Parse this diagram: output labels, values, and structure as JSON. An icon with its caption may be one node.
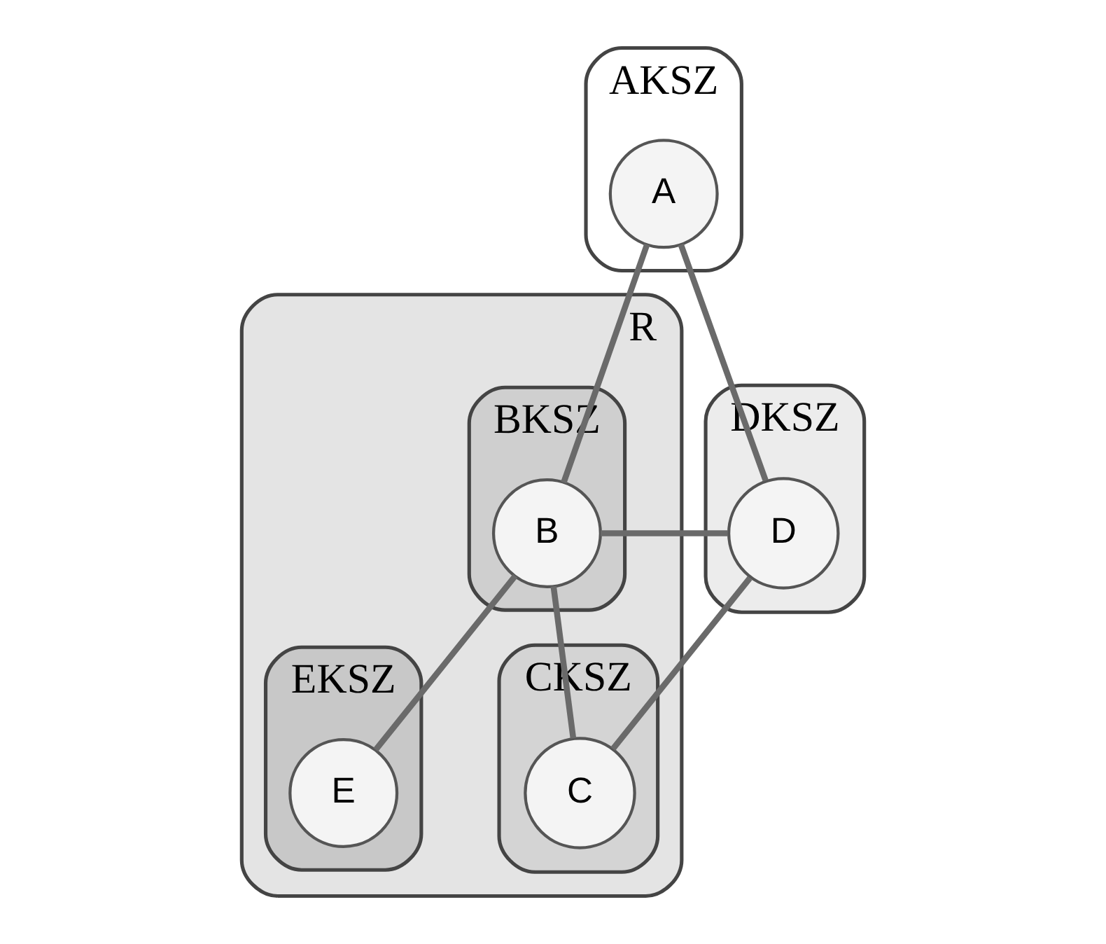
{
  "diagram": {
    "nodes": [
      {
        "text": [
          "AKSZ"
        ]
      },
      {
        "text": [
          "A"
        ],
        "in": 0
      },
      {
        "text": [
          "R"
        ]
      },
      {
        "text": [
          "BKSZ"
        ],
        "in": 2
      },
      {
        "text": [
          "B"
        ],
        "in": 3
      },
      {
        "text": [
          "CKSZ"
        ],
        "in": 2
      },
      {
        "text": [
          "C"
        ],
        "in": 5
      },
      {
        "text": [
          "DKSZ"
        ]
      },
      {
        "text": [
          "D"
        ],
        "in": 7
      },
      {
        "text": [
          "EKSZ"
        ],
        "in": 2
      },
      {
        "text": [
          "E"
        ],
        "in": 9
      }
    ],
    "edges": [
      {
        "from": 1,
        "to": 4,
        "arrow": "none"
      },
      {
        "from": 1,
        "to": 8,
        "arrow": "none"
      },
      {
        "from": 4,
        "to": 8,
        "arrow": "none"
      },
      {
        "from": 4,
        "to": 6,
        "arrow": "none"
      },
      {
        "from": 4,
        "to": 10,
        "arrow": "none"
      },
      {
        "from": 8,
        "to": 6,
        "arrow": "none"
      }
    ]
  }
}
